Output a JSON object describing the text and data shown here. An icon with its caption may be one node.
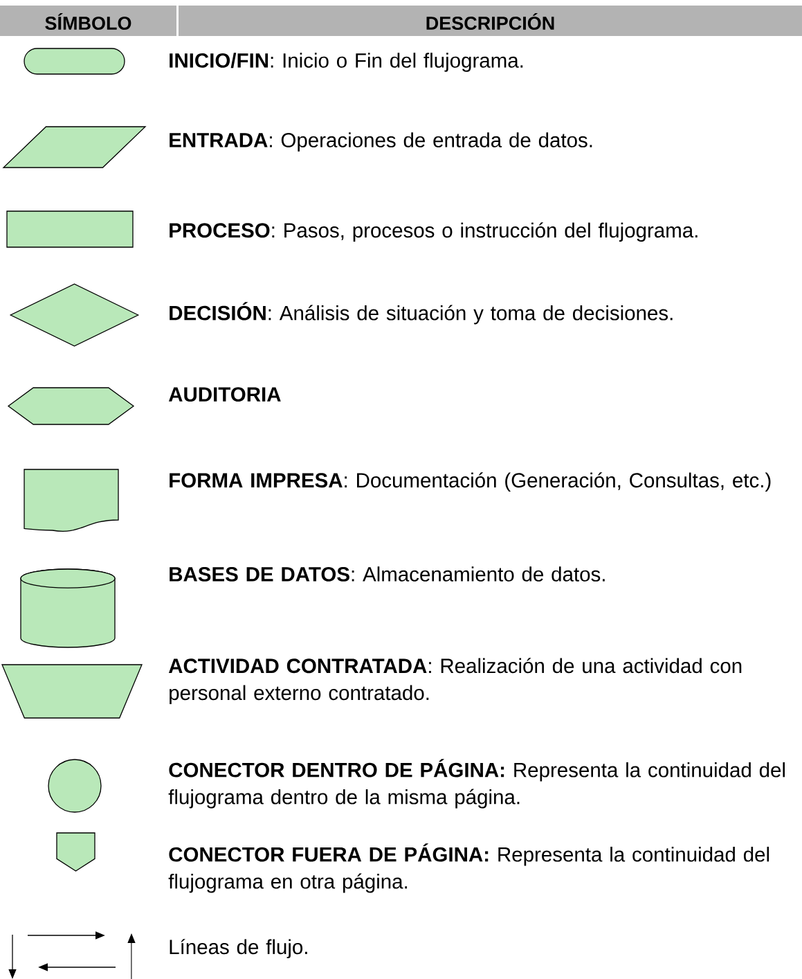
{
  "diagram": {
    "nodes": [
      {
        "text": [],
        "shape": "terminal"
      },
      {
        "text": [],
        "shape": "parallelogram"
      },
      {
        "text": [],
        "shape": "box"
      },
      {
        "text": [],
        "shape": "diamond"
      },
      {
        "text": [],
        "shape": "hexagon"
      },
      {
        "text": [],
        "shape": "document"
      },
      {
        "text": [],
        "shape": "cylinder"
      },
      {
        "text": [],
        "shape": "trapezoid"
      },
      {
        "text": [],
        "shape": "circle"
      },
      {
        "text": [],
        "shape": "pentagon"
      }
    ],
    "labels": [
      "SÍMBOLO",
      "DESCRIPCIÓN",
      "**INICIO/FIN**: Inicio o Fin del flujograma.",
      "**ENTRADA**: Operaciones de entrada de datos.",
      "**PROCESO**: Pasos, procesos o instrucción del flujograma.",
      "**DECISIÓN**: Análisis de situación y toma de decisiones.",
      "AUDITORIA",
      "**FORMA IMPRESA**: Documentación (Generación, Consultas, etc.)",
      "**BASES DE DATOS**: Almacenamiento de datos.",
      "**ACTIVIDAD CONTRATADA**: Realización de una actividad con personal externo contratado.",
      "**CONECTOR DENTRO DE PÁGINA:** Representa la continuidad del flujograma dentro de la misma página.",
      "**CONECTOR FUERA DE PÁGINA:** Representa la continuidad del flujograma en otra página.",
      "Líneas de flujo."
    ]
  }
}
